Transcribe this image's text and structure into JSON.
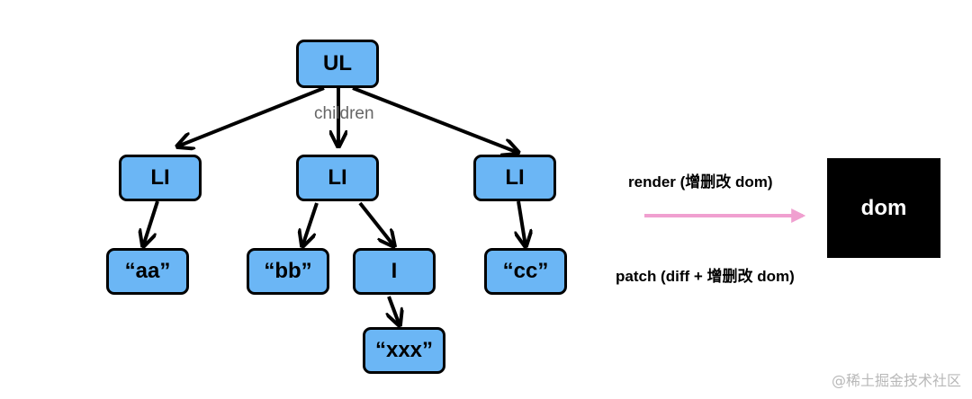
{
  "tree": {
    "root": "UL",
    "edge_label": "children",
    "li_1": "LI",
    "li_2": "LI",
    "li_3": "LI",
    "text_aa": "“aa”",
    "text_bb": "“bb”",
    "node_i": "I",
    "text_xxx": "“xxx”",
    "text_cc": "“cc”"
  },
  "flow": {
    "render_label": "render (增删改 dom)",
    "patch_label": "patch (diff + 增删改 dom)",
    "target": "dom"
  },
  "watermark": "@稀土掘金技术社区",
  "colors": {
    "node_fill": "#6bb6f5",
    "node_border": "#000000",
    "arrow": "#000000",
    "flow_arrow": "#f0a0d0",
    "dom_box": "#000000"
  }
}
